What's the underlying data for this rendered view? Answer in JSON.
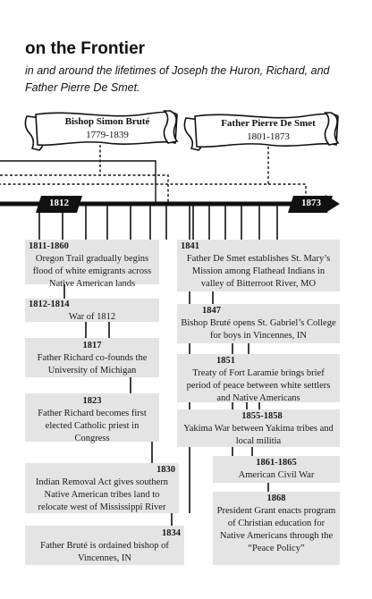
{
  "header": {
    "title": "on the Frontier",
    "subtitle": "in and around the lifetimes of Joseph the Huron, Richard, and Father Pierre De Smet."
  },
  "people": [
    {
      "name": "Bishop Simon Bruté",
      "dates": "1779-1839"
    },
    {
      "name": "Father Pierre De Smet",
      "dates": "1801-1873"
    }
  ],
  "timeline": {
    "start_label": "1812",
    "end_label": "1873"
  },
  "events": [
    {
      "year": "1811-1860",
      "text": "Oregon Trail gradually begins flood of white emigrants across Native American lands"
    },
    {
      "year": "1812-1814",
      "text": "War of 1812"
    },
    {
      "year": "1817",
      "text": "Father Richard co-founds the University of Michigan"
    },
    {
      "year": "1823",
      "text": "Father Richard becomes first elected Catholic priest in Congress"
    },
    {
      "year": "1830",
      "text": "Indian Removal Act gives southern Native American tribes land to relocate west of Mississippi River"
    },
    {
      "year": "1834",
      "text": "Father Bruté is ordained bishop of Vincennes, IN"
    },
    {
      "year": "1841",
      "text": "Father De Smet establishes St. Mary’s Mission among Flathead Indians in valley of Bitterroot River, MO"
    },
    {
      "year": "1847",
      "text": "Bishop Bruté opens St. Gabriel’s College for boys in Vincennes, IN"
    },
    {
      "year": "1851",
      "text": "Treaty of Fort Laramie brings brief period of peace between white settlers and Native Americans"
    },
    {
      "year": "1855-1858",
      "text": "Yakima War between Yakima tribes and local militia"
    },
    {
      "year": "1861-1865",
      "text": "American Civil War"
    },
    {
      "year": "1868",
      "text": "President Grant enacts program of Christian education for Native Americans through the “Peace Policy”"
    }
  ]
}
